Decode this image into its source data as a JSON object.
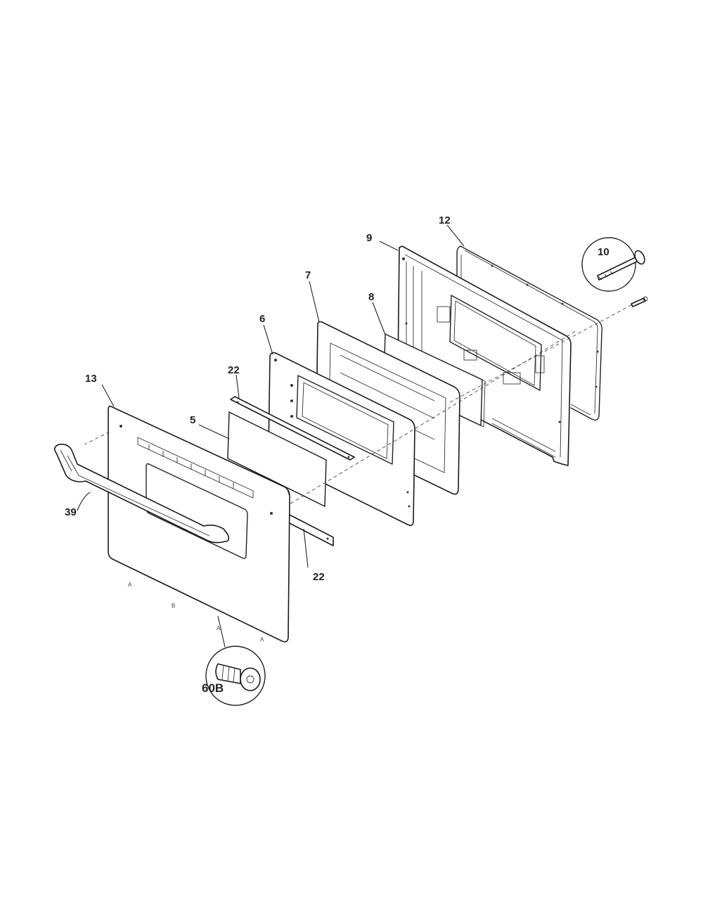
{
  "diagram": {
    "callouts": {
      "part_13": "13",
      "part_39": "39",
      "part_5": "5",
      "part_22_top": "22",
      "part_22_bottom": "22",
      "part_6": "6",
      "part_7": "7",
      "part_8": "8",
      "part_9": "9",
      "part_12": "12",
      "part_10": "10",
      "part_60b": "60B"
    },
    "panel_marks": [
      "A",
      "B",
      "A",
      "A"
    ]
  }
}
